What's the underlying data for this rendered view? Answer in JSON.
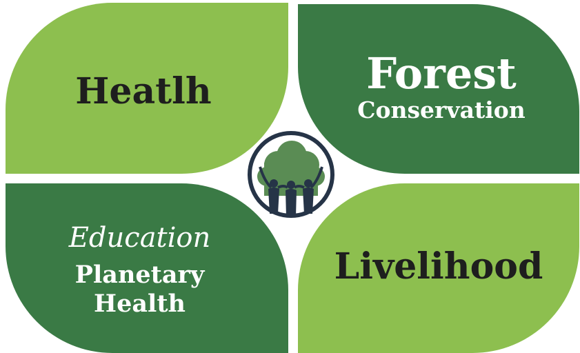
{
  "colors": {
    "light_green": "#8dbf4f",
    "dark_green": "#3a7a45",
    "logo_ring": "#263447",
    "logo_tree": "#5a8c54",
    "logo_people": "#263447"
  },
  "quadrants": {
    "top_left": {
      "label": "Heatlh"
    },
    "top_right": {
      "title": "Forest",
      "subtitle": "Conservation"
    },
    "bottom_left": {
      "line1": "Education",
      "line2": "Planetary",
      "line3": "Health"
    },
    "bottom_right": {
      "label": "Livelihood"
    }
  },
  "logo": {
    "icon": "tree-people-icon"
  }
}
